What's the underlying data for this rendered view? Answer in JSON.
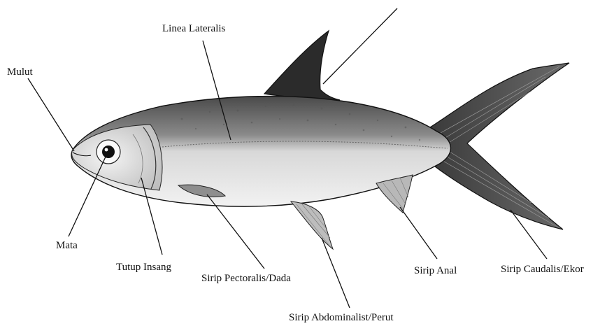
{
  "labels": {
    "mulut": "Mulut",
    "linea_lateralis": "Linea Lateralis",
    "mata": "Mata",
    "tutup_insang": "Tutup Insang",
    "sirip_pectoralis": "Sirip Pectoralis/Dada",
    "sirip_abdominalis": "Sirip Abdominalist/Perut",
    "sirip_anal": "Sirip Anal",
    "sirip_caudalis": "Sirip Caudalis/Ekor"
  },
  "colors": {
    "line": "#1a1a1a",
    "fin_dark": "#2a2a2a",
    "body_light": "#eeeeee"
  }
}
